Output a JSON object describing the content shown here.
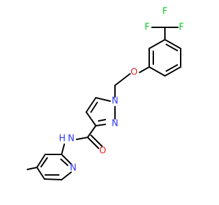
{
  "molecule": {
    "colors": {
      "carbon_bond": "#000000",
      "N": "#2B35F5",
      "O": "#E8221E",
      "F": "#00CC1E",
      "background": "#FFFFFF"
    },
    "atoms": {
      "F_top_left": "F",
      "F_top_right": "F",
      "F_left": "F",
      "O_ether": "O",
      "N_pyrazole_1": "N",
      "N_pyrazole_2": "N",
      "O_carbonyl": "O",
      "N_amide": "N",
      "H_amide": "H",
      "N_pyridine": "N"
    }
  }
}
